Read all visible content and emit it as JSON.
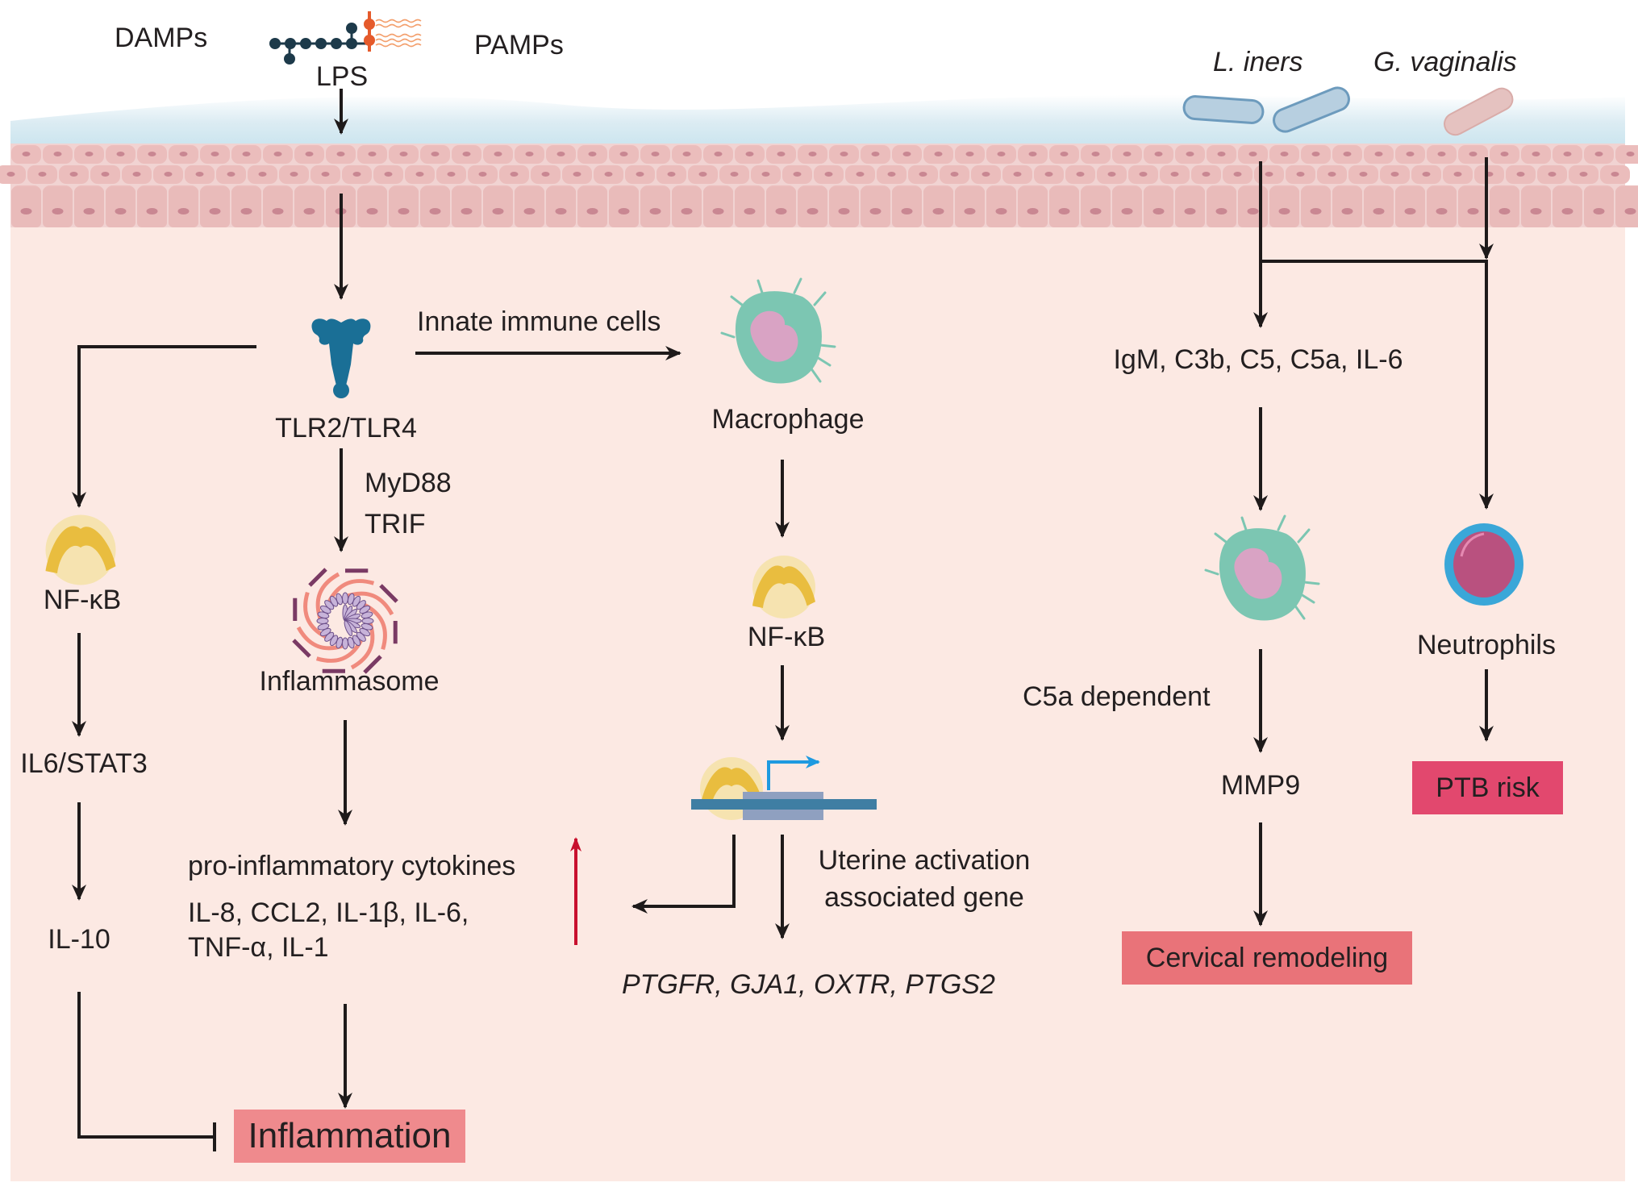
{
  "figure": {
    "colors": {
      "background_panel": "#fce9e3",
      "epithelium": "#ebbdbc",
      "epithelium_nucleus": "#c98792",
      "mucus_layer": "#cfe8f0",
      "arrow": "#1e1a1a",
      "upregulation_arrow": "#c8102e",
      "inflammation_box": "#ef8a8d",
      "cervical_box": "#e97379",
      "ptb_box": "#e2486e",
      "tlr_receptor": "#1a6f96",
      "macrophage_body": "#7cc6b2",
      "macrophage_nucleus": "#d9a3c4",
      "nfkb": "#e9bd3f",
      "neutrophil_outer": "#3aa7d8",
      "neutrophil_inner": "#b9517f",
      "l_iners": "#b7cfe0",
      "g_vaginalis": "#e5c2c0",
      "transcription_arrow": "#1e9ae0",
      "dna": "#3f7ea3",
      "promoter": "#8fa0c0"
    },
    "top": {
      "damps": "DAMPs",
      "pamps": "PAMPs",
      "lps": "LPS",
      "l_iners": "L. iners",
      "g_vaginalis": "G. vaginalis"
    },
    "left_branch": {
      "nfkb": "NF-κB",
      "il6_stat3": "IL6/STAT3",
      "il10": "IL-10"
    },
    "center_branch": {
      "tlr": "TLR2/TLR4",
      "myd88": "MyD88",
      "trif": "TRIF",
      "inflammasome": "Inflammasome",
      "cytokines_title": "pro-inflammatory cytokines",
      "cytokines_line1": "IL-8, CCL2, IL-1β, IL-6,",
      "cytokines_line2": "TNF-α, IL-1",
      "inflammation": "Inflammation"
    },
    "macrophage_branch": {
      "innate_label": "Innate immune cells",
      "macrophage": "Macrophage",
      "nfkb": "NF-κB",
      "uterine_line1": "Uterine activation",
      "uterine_line2": "associated gene",
      "genes": "PTGFR, GJA1, OXTR, PTGS2"
    },
    "right_branch": {
      "complement": "IgM,  C3b, C5, C5a, IL-6",
      "c5a_dependent": "C5a dependent",
      "mmp9": "MMP9",
      "cervical_remodeling": "Cervical remodeling",
      "neutrophils": "Neutrophils",
      "ptb_risk": "PTB risk"
    }
  }
}
